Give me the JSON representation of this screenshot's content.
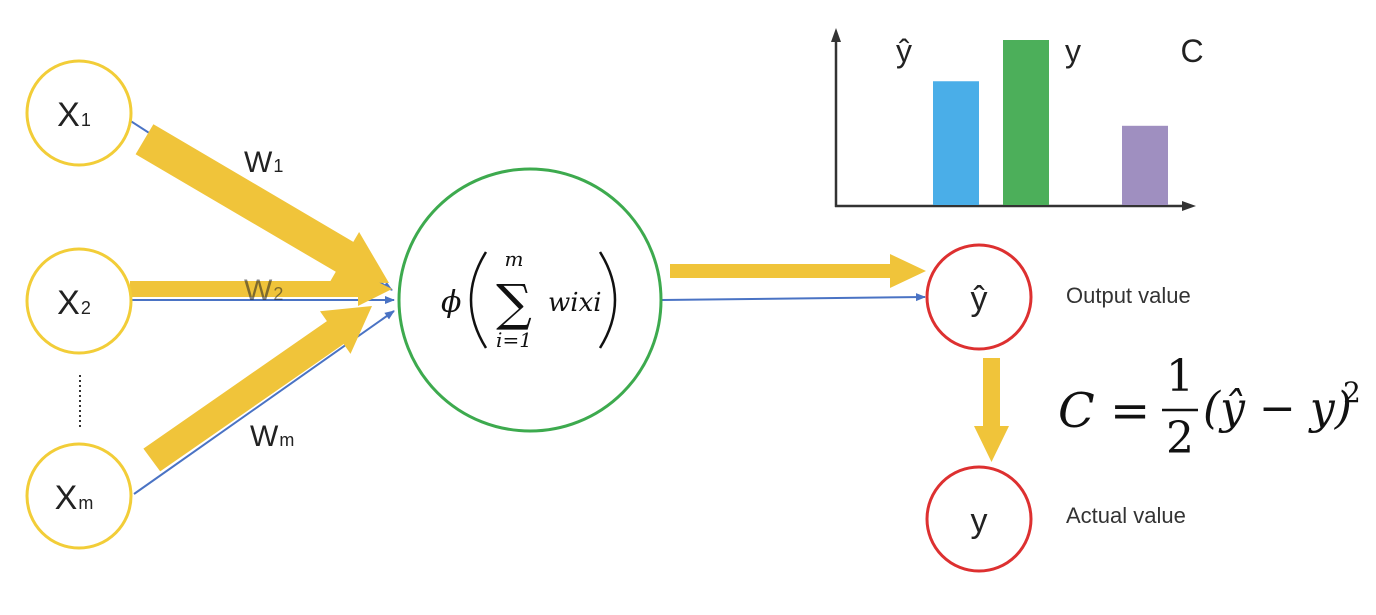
{
  "inputs": {
    "x1": {
      "base": "X",
      "sub": "1"
    },
    "x2": {
      "base": "X",
      "sub": "2"
    },
    "xm": {
      "base": "X",
      "sub": "m"
    }
  },
  "weights": {
    "w1": {
      "base": "W",
      "sub": "1"
    },
    "w2": {
      "base": "W",
      "sub": "2"
    },
    "wm": {
      "base": "W",
      "sub": "m"
    }
  },
  "neuron": {
    "phi": "ϕ",
    "sum": "∑",
    "upper": "m",
    "lower": "i=1",
    "term": "wixi"
  },
  "output": {
    "yhat": "ŷ",
    "y": "y",
    "output_label": "Output value",
    "actual_label": "Actual value"
  },
  "cost_formula": {
    "lhs": "C =",
    "num": "1",
    "den": "2",
    "rhs": "(ŷ − y)",
    "exp": "2"
  },
  "chart_data": {
    "type": "bar",
    "categories": [
      "ŷ",
      "y",
      "C"
    ],
    "values": [
      0.75,
      1.0,
      0.48
    ],
    "colors": [
      "#4aaee8",
      "#4caf5a",
      "#9f8fc0"
    ],
    "ylim": [
      0,
      1
    ],
    "grid": false,
    "axes_arrows": true
  },
  "colors": {
    "input_circle": "#f2cd38",
    "neuron_circle": "#3daa4e",
    "output_circle": "#dd3030",
    "signal_arrow": "#f0c43a",
    "weight_line": "#4a73c4"
  }
}
